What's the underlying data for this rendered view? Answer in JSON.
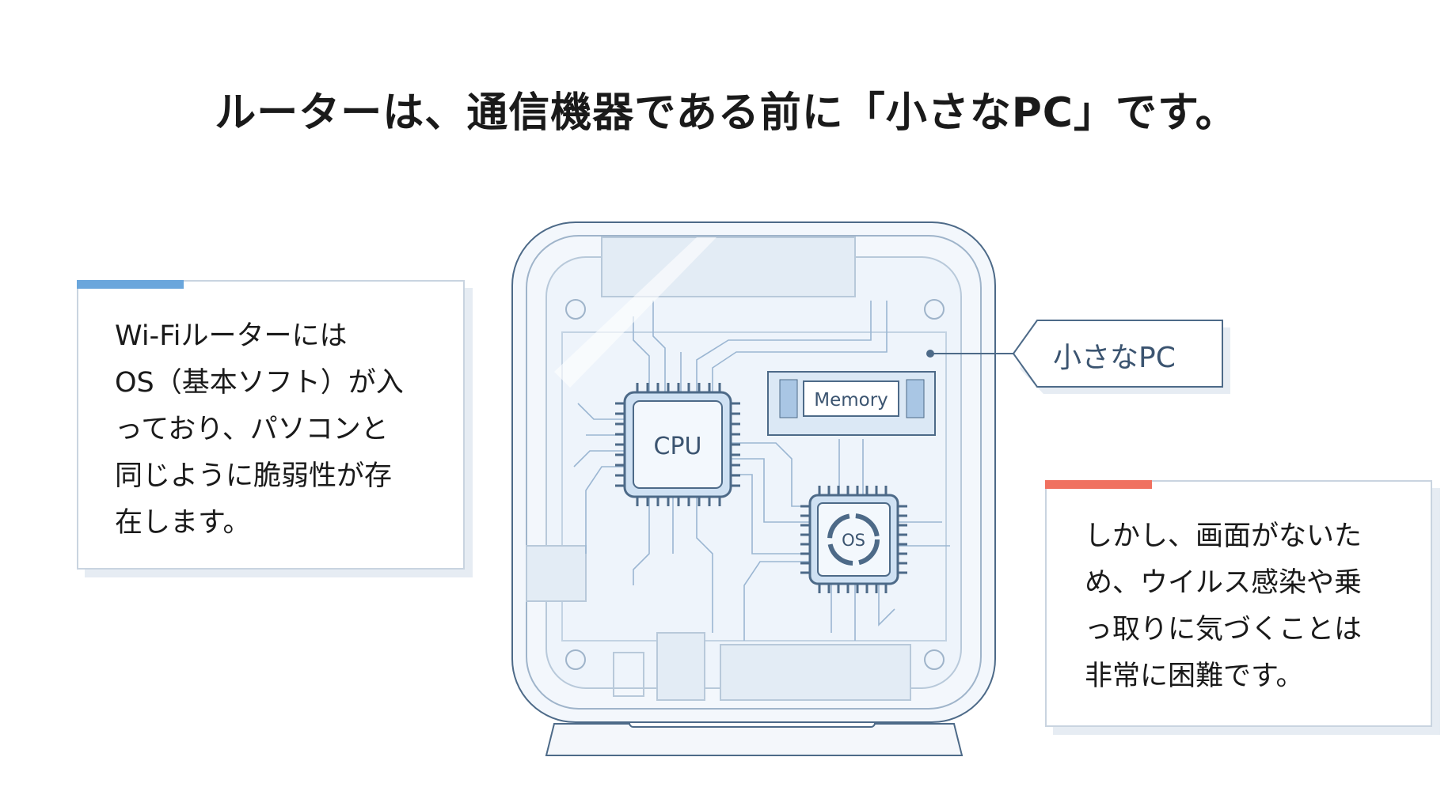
{
  "title": "ルーターは、通信機器である前に「小さなPC」です。",
  "left_box": {
    "text": "Wi-Fiルーターには\nOS（基本ソフト）が入\nっており、パソコンと\n同じように脆弱性が存\n在します。",
    "accent_color": "#6aa6dc"
  },
  "right_box": {
    "text": "しかし、画面がないた\nめ、ウイルス感染や乗\nっ取りに気づくことは\n非常に困難です。",
    "accent_color": "#f07160"
  },
  "callout": {
    "label": "小さなPC"
  },
  "diagram": {
    "cpu_label": "CPU",
    "memory_label": "Memory",
    "os_label": "OS"
  },
  "colors": {
    "line": "#4d6a88",
    "fill": "#eaf2fb",
    "chip": "#d9e8f7"
  }
}
